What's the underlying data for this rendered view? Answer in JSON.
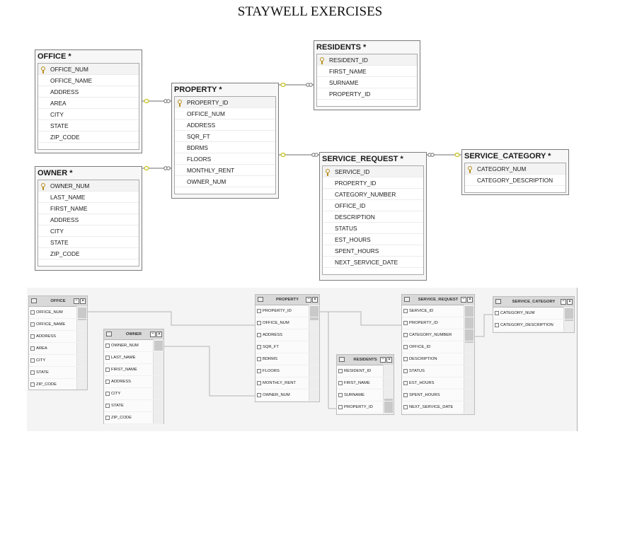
{
  "title": "STAYWELL EXERCISES",
  "erd": {
    "office": {
      "name": "OFFICE *",
      "columns": [
        "OFFICE_NUM",
        "OFFICE_NAME",
        "ADDRESS",
        "AREA",
        "CITY",
        "STATE",
        "ZIP_CODE"
      ]
    },
    "owner": {
      "name": "OWNER *",
      "columns": [
        "OWNER_NUM",
        "LAST_NAME",
        "FIRST_NAME",
        "ADDRESS",
        "CITY",
        "STATE",
        "ZIP_CODE"
      ]
    },
    "property": {
      "name": "PROPERTY *",
      "columns": [
        "PROPERTY_ID",
        "OFFICE_NUM",
        "ADDRESS",
        "SQR_FT",
        "BDRMS",
        "FLOORS",
        "MONTHLY_RENT",
        "OWNER_NUM"
      ]
    },
    "residents": {
      "name": "RESIDENTS *",
      "columns": [
        "RESIDENT_ID",
        "FIRST_NAME",
        "SURNAME",
        "PROPERTY_ID"
      ]
    },
    "service_request": {
      "name": "SERVICE_REQUEST *",
      "columns": [
        "SERVICE_ID",
        "PROPERTY_ID",
        "CATEGORY_NUMBER",
        "OFFICE_ID",
        "DESCRIPTION",
        "STATUS",
        "EST_HOURS",
        "SPENT_HOURS",
        "NEXT_SERVICE_DATE"
      ]
    },
    "service_category": {
      "name": "SERVICE_CATEGORY *",
      "columns": [
        "CATEGORY_NUM",
        "CATEGORY_DESCRIPTION"
      ]
    }
  },
  "query": {
    "office": {
      "name": "OFFICE",
      "columns": [
        "OFFICE_NUM",
        "OFFICE_NAME",
        "ADDRESS",
        "AREA",
        "CITY",
        "STATE",
        "ZIP_CODE"
      ]
    },
    "owner": {
      "name": "OWNER",
      "columns": [
        "OWNER_NUM",
        "LAST_NAME",
        "FIRST_NAME",
        "ADDRESS",
        "CITY",
        "STATE",
        "ZIP_CODE"
      ]
    },
    "property": {
      "name": "PROPERTY",
      "columns": [
        "PROPERTY_ID",
        "OFFICE_NUM",
        "ADDRESS",
        "SQR_FT",
        "BDRMS",
        "FLOORS",
        "MONTHLY_RENT",
        "OWNER_NUM"
      ]
    },
    "residents": {
      "name": "RESIDENTS",
      "columns": [
        "RESIDENT_ID",
        "FIRST_NAME",
        "SURNAME",
        "PROPERTY_ID"
      ]
    },
    "service_request": {
      "name": "SERVICE_REQUEST",
      "columns": [
        "SERVICE_ID",
        "PROPERTY_ID",
        "CATEGORY_NUMBER",
        "OFFICE_ID",
        "DESCRIPTION",
        "STATUS",
        "EST_HOURS",
        "SPENT_HOURS",
        "NEXT_SERVICE_DATE"
      ]
    },
    "service_category": {
      "name": "SERVICE_CATEGORY",
      "columns": [
        "CATEGORY_NUM",
        "CATEGORY_DESCRIPTION"
      ]
    }
  },
  "icons": {
    "primary_key": "key-icon",
    "column_checkbox": "checkbox-icon",
    "table_header": "table-grid-icon",
    "minimize": "minimize-icon",
    "close": "close-icon"
  },
  "colors": {
    "relationship_line": "#6e6e6e",
    "key_icon": "#b8901c",
    "relationship_end": "#c6c01c"
  }
}
